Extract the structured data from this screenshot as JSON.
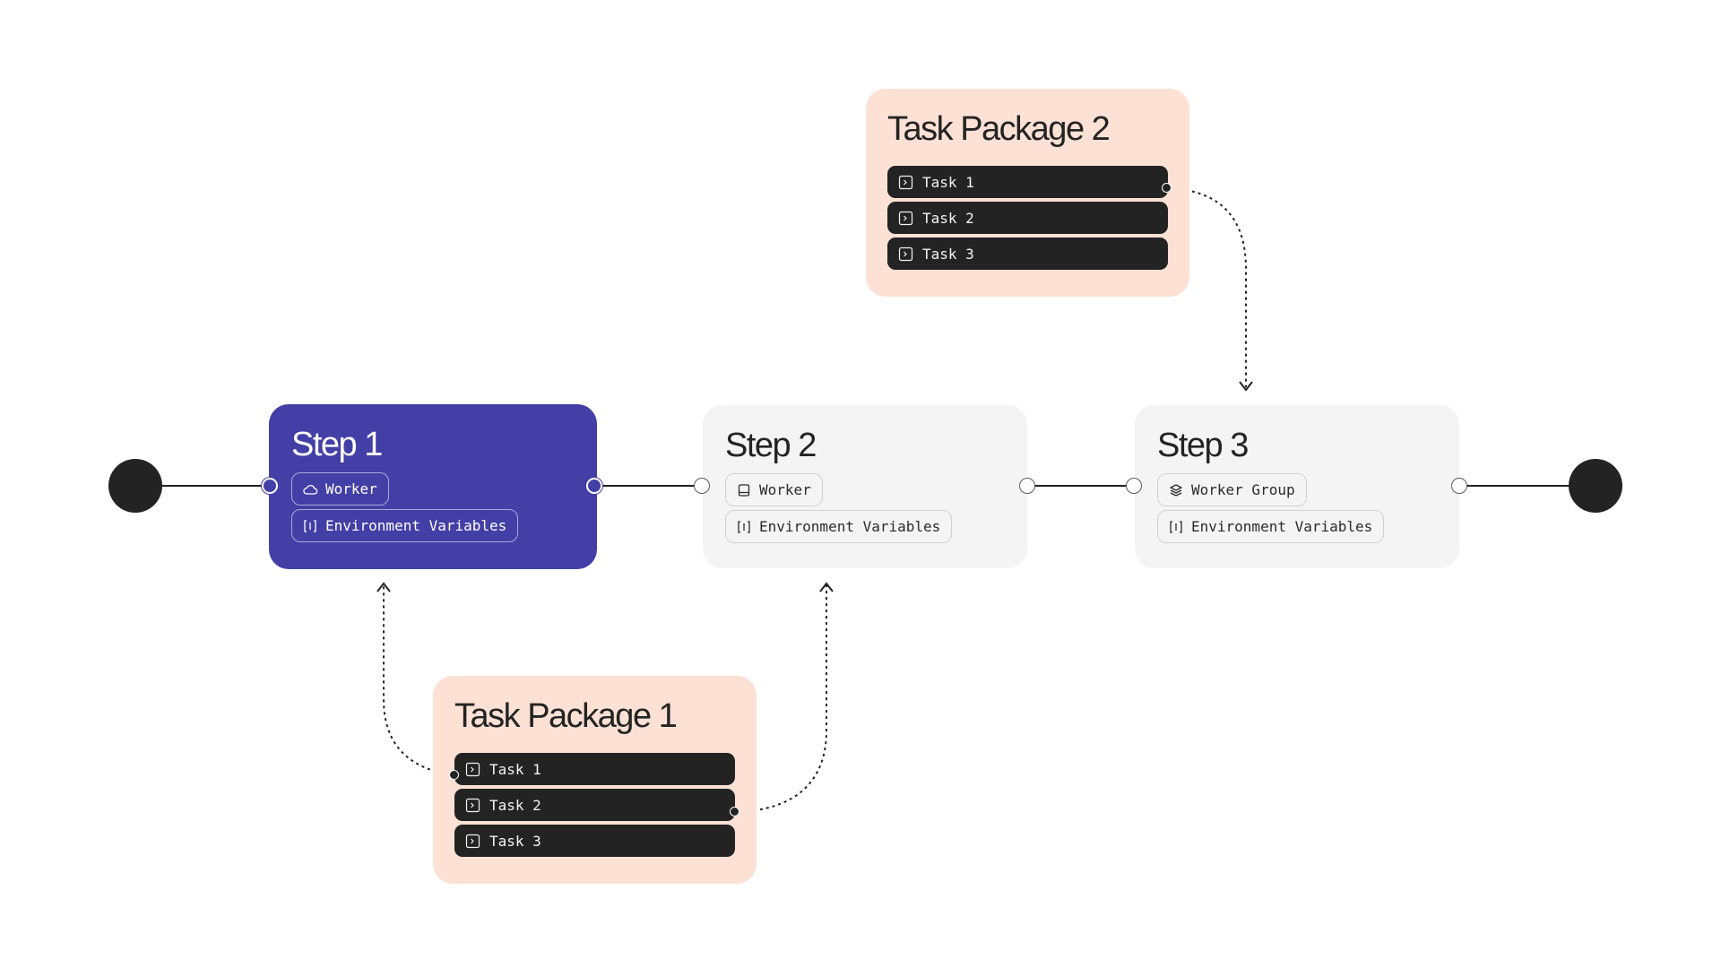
{
  "steps": [
    {
      "title": "Step 1",
      "chips": [
        {
          "label": "Worker",
          "icon": "cloud-icon"
        },
        {
          "label": "Environment Variables",
          "icon": "variable-icon"
        }
      ]
    },
    {
      "title": "Step 2",
      "chips": [
        {
          "label": "Worker",
          "icon": "server-icon"
        },
        {
          "label": "Environment Variables",
          "icon": "variable-icon"
        }
      ]
    },
    {
      "title": "Step 3",
      "chips": [
        {
          "label": "Worker Group",
          "icon": "layers-icon"
        },
        {
          "label": "Environment Variables",
          "icon": "variable-icon"
        }
      ]
    }
  ],
  "packages": [
    {
      "title": "Task Package 1",
      "tasks": [
        {
          "label": "Task 1"
        },
        {
          "label": "Task 2"
        },
        {
          "label": "Task 3"
        }
      ]
    },
    {
      "title": "Task Package 2",
      "tasks": [
        {
          "label": "Task 1"
        },
        {
          "label": "Task 2"
        },
        {
          "label": "Task 3"
        }
      ]
    }
  ],
  "colors": {
    "active_step": "#433fa6",
    "step_bg": "#f4f4f4",
    "package_bg": "#fde1d5",
    "task_bg": "#232323",
    "terminal": "#232323"
  },
  "task_icon": "terminal-icon"
}
